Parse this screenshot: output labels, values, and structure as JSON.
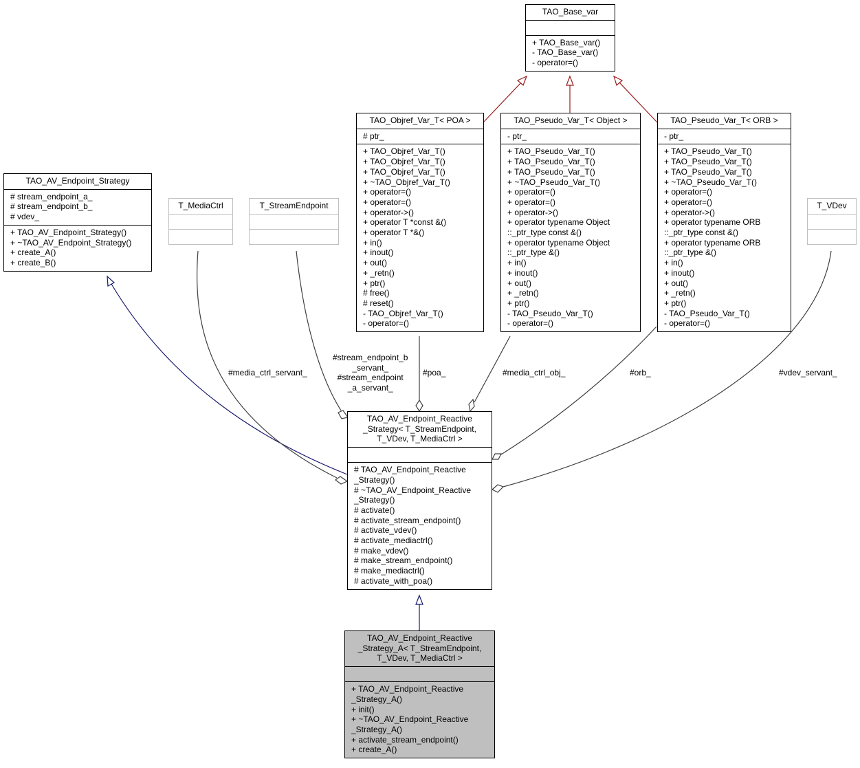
{
  "diagram": {
    "type": "UML class inheritance/collaboration diagram",
    "nodes": {
      "tao_base_var": {
        "title": "TAO_Base_var",
        "attributes": [],
        "methods": [
          "+ TAO_Base_var()",
          "- TAO_Base_var()",
          "- operator=()"
        ]
      },
      "objref_var_poa": {
        "title": "TAO_Objref_Var_T< POA >",
        "attributes": [
          "# ptr_"
        ],
        "methods": [
          "+ TAO_Objref_Var_T()",
          "+ TAO_Objref_Var_T()",
          "+ TAO_Objref_Var_T()",
          "+ ~TAO_Objref_Var_T()",
          "+ operator=()",
          "+ operator=()",
          "+ operator->()",
          "+ operator T *const &()",
          "+ operator T *&()",
          "+ in()",
          "+ inout()",
          "+ out()",
          "+ _retn()",
          "+ ptr()",
          "# free()",
          "# reset()",
          "- TAO_Objref_Var_T()",
          "- operator=()"
        ]
      },
      "pseudo_var_object": {
        "title": "TAO_Pseudo_Var_T< Object >",
        "attributes": [
          "- ptr_"
        ],
        "methods": [
          "+ TAO_Pseudo_Var_T()",
          "+ TAO_Pseudo_Var_T()",
          "+ TAO_Pseudo_Var_T()",
          "+ ~TAO_Pseudo_Var_T()",
          "+ operator=()",
          "+ operator=()",
          "+ operator->()",
          "+ operator typename Object",
          "::_ptr_type const &()",
          "+ operator typename Object",
          "::_ptr_type &()",
          "+ in()",
          "+ inout()",
          "+ out()",
          "+ _retn()",
          "+ ptr()",
          "- TAO_Pseudo_Var_T()",
          "- operator=()"
        ]
      },
      "pseudo_var_orb": {
        "title": "TAO_Pseudo_Var_T< ORB >",
        "attributes": [
          "- ptr_"
        ],
        "methods": [
          "+ TAO_Pseudo_Var_T()",
          "+ TAO_Pseudo_Var_T()",
          "+ TAO_Pseudo_Var_T()",
          "+ ~TAO_Pseudo_Var_T()",
          "+ operator=()",
          "+ operator=()",
          "+ operator->()",
          "+ operator typename ORB",
          "::_ptr_type const &()",
          "+ operator typename ORB",
          "::_ptr_type &()",
          "+ in()",
          "+ inout()",
          "+ out()",
          "+ _retn()",
          "+ ptr()",
          "- TAO_Pseudo_Var_T()",
          "- operator=()"
        ]
      },
      "endpoint_strategy": {
        "title": "TAO_AV_Endpoint_Strategy",
        "attributes": [
          "# stream_endpoint_a_",
          "# stream_endpoint_b_",
          "# vdev_"
        ],
        "methods": [
          "+ TAO_AV_Endpoint_Strategy()",
          "+ ~TAO_AV_Endpoint_Strategy()",
          "+ create_A()",
          "+ create_B()"
        ]
      },
      "t_mediactrl": {
        "title": "T_MediaCtrl",
        "attributes": [],
        "methods": []
      },
      "t_streamendpoint": {
        "title": "T_StreamEndpoint",
        "attributes": [],
        "methods": []
      },
      "t_vdev": {
        "title": "T_VDev",
        "attributes": [],
        "methods": []
      },
      "reactive_strategy": {
        "title": "TAO_AV_Endpoint_Reactive\n_Strategy< T_StreamEndpoint,\nT_VDev, T_MediaCtrl >",
        "attributes": [],
        "methods": [
          "# TAO_AV_Endpoint_Reactive",
          "_Strategy()",
          "# ~TAO_AV_Endpoint_Reactive",
          "_Strategy()",
          "# activate()",
          "# activate_stream_endpoint()",
          "# activate_vdev()",
          "# activate_mediactrl()",
          "# make_vdev()",
          "# make_stream_endpoint()",
          "# make_mediactrl()",
          "# activate_with_poa()"
        ]
      },
      "reactive_strategy_a": {
        "title": "TAO_AV_Endpoint_Reactive\n_Strategy_A< T_StreamEndpoint,\nT_VDev, T_MediaCtrl >",
        "attributes": [],
        "methods": [
          "+ TAO_AV_Endpoint_Reactive",
          "_Strategy_A()",
          "+ init()",
          "+ ~TAO_AV_Endpoint_Reactive",
          "_Strategy_A()",
          "+ activate_stream_endpoint()",
          "+ create_A()"
        ]
      }
    },
    "edge_labels": {
      "media_ctrl_servant": "#media_ctrl_servant_",
      "stream_endpoint_servants": "#stream_endpoint_b\n_servant_\n#stream_endpoint\n_a_servant_",
      "poa": "#poa_",
      "media_ctrl_obj": "#media_ctrl_obj_",
      "orb": "#orb_",
      "vdev_servant": "#vdev_servant_"
    },
    "edges": [
      {
        "from": "objref_var_poa",
        "to": "tao_base_var",
        "kind": "inheritance",
        "color": "#9a1a1a"
      },
      {
        "from": "pseudo_var_object",
        "to": "tao_base_var",
        "kind": "inheritance",
        "color": "#9a1a1a"
      },
      {
        "from": "pseudo_var_orb",
        "to": "tao_base_var",
        "kind": "inheritance",
        "color": "#9a1a1a"
      },
      {
        "from": "reactive_strategy",
        "to": "endpoint_strategy",
        "kind": "inheritance",
        "color": "#191970"
      },
      {
        "from": "reactive_strategy_a",
        "to": "reactive_strategy",
        "kind": "inheritance",
        "color": "#191970"
      },
      {
        "from": "t_mediactrl",
        "to": "reactive_strategy",
        "kind": "aggregation",
        "label": "#media_ctrl_servant_",
        "color": "#404040"
      },
      {
        "from": "t_streamendpoint",
        "to": "reactive_strategy",
        "kind": "aggregation",
        "label": "#stream_endpoint_b_servant_ #stream_endpoint_a_servant_",
        "color": "#404040"
      },
      {
        "from": "objref_var_poa",
        "to": "reactive_strategy",
        "kind": "aggregation",
        "label": "#poa_",
        "color": "#404040"
      },
      {
        "from": "pseudo_var_object",
        "to": "reactive_strategy",
        "kind": "aggregation",
        "label": "#media_ctrl_obj_",
        "color": "#404040"
      },
      {
        "from": "pseudo_var_orb",
        "to": "reactive_strategy",
        "kind": "aggregation",
        "label": "#orb_",
        "color": "#404040"
      },
      {
        "from": "t_vdev",
        "to": "reactive_strategy",
        "kind": "aggregation",
        "label": "#vdev_servant_",
        "color": "#404040"
      }
    ]
  }
}
